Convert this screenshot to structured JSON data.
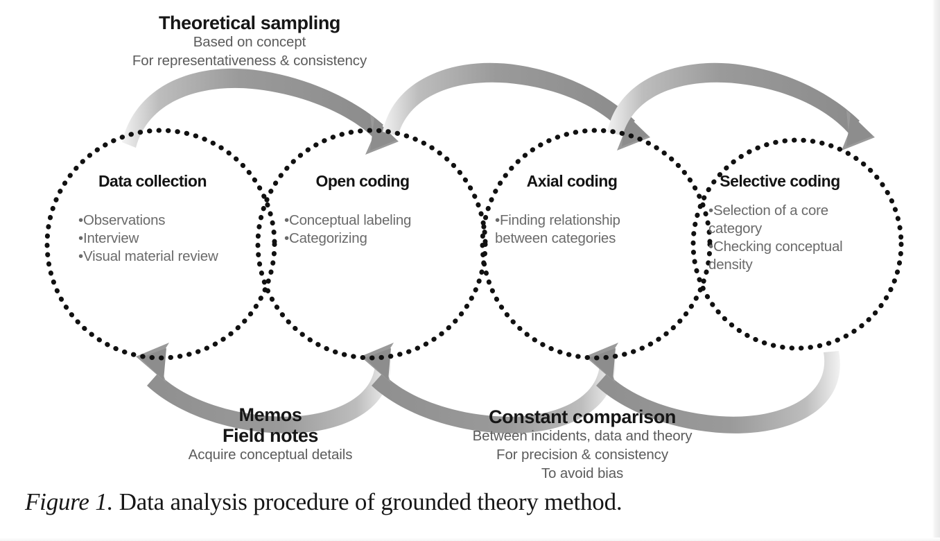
{
  "figure": {
    "caption_label": "Figure 1.",
    "caption_text": " Data analysis procedure of grounded theory method."
  },
  "top_block": {
    "title": "Theoretical sampling",
    "line1": "Based on concept",
    "line2": "For representativeness & consistency"
  },
  "bottom_left_block": {
    "title_line1": "Memos",
    "title_line2": "Field notes",
    "line1": "Acquire conceptual details"
  },
  "bottom_right_block": {
    "title": "Constant comparison",
    "line1": "Between incidents, data and theory",
    "line2": "For precision & consistency",
    "line3": "To avoid bias"
  },
  "nodes": [
    {
      "title": "Data collection",
      "bullets": [
        "Observations",
        "Interview",
        "Visual material review"
      ]
    },
    {
      "title": "Open coding",
      "bullets": [
        "Conceptual labeling",
        "Categorizing"
      ]
    },
    {
      "title": "Axial coding",
      "bullets": [
        "Finding relationship between categories"
      ]
    },
    {
      "title": "Selective coding",
      "bullets": [
        "Selection of a core category",
        "Checking conceptual density"
      ]
    }
  ],
  "style": {
    "circle_stroke": "#111111",
    "arrow_color": "#8d8d8d",
    "arrow_color_dark": "#6e6e6e",
    "title_color": "#131313",
    "body_color": "#6a6a6a",
    "background": "#ffffff"
  },
  "icons": {
    "bullet": "•",
    "arrow_forward": "curved-arrow-right-icon",
    "arrow_back": "curved-arrow-left-icon",
    "circle": "dotted-circle-icon"
  }
}
